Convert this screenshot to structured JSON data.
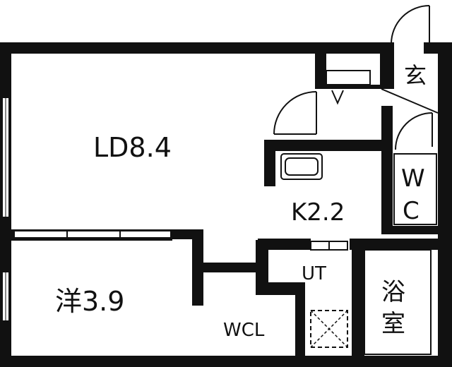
{
  "floor_plan": {
    "rooms": {
      "ld": "LD8.4",
      "kitchen": "K2.2",
      "western_room": "洋3.9",
      "entrance": "玄",
      "wc_line1": "W",
      "wc_line2": "C",
      "utility": "UT",
      "bath_line1": "浴",
      "bath_line2": "室",
      "wcl": "WCL"
    },
    "colors": {
      "wall": "#111111",
      "background": "#ffffff",
      "fixture_fill": "#dddddd"
    }
  }
}
